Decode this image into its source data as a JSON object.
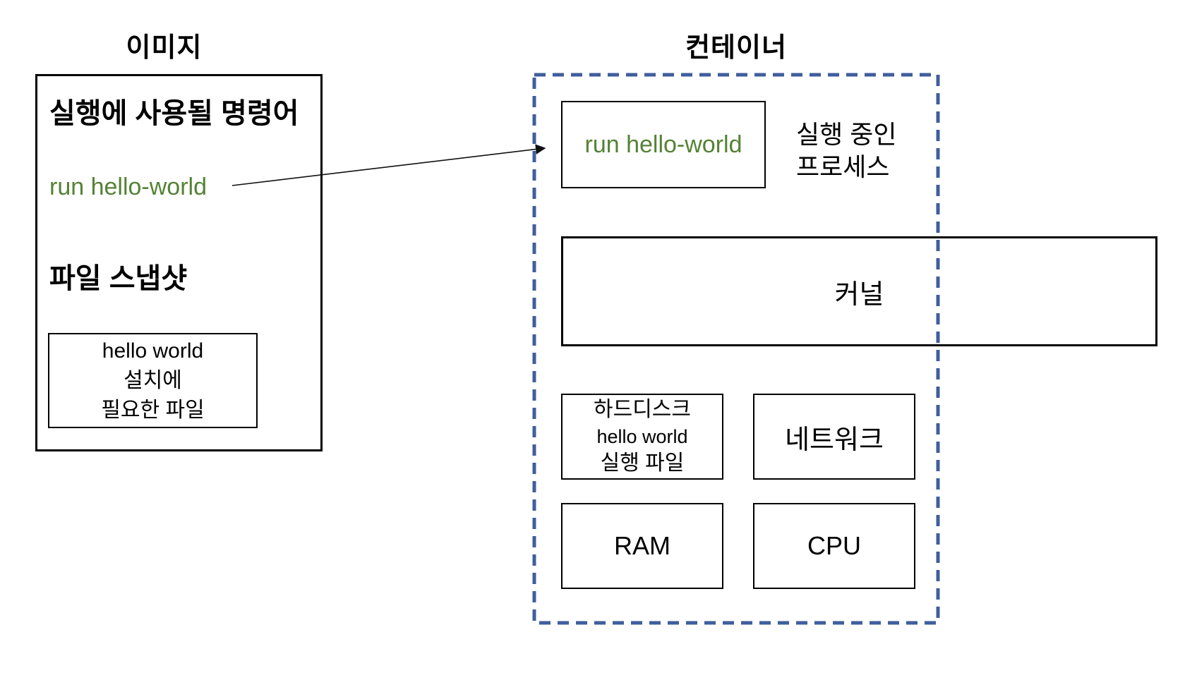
{
  "colors": {
    "accent_green": "#548235",
    "dashed_border_blue": "#3F5E9D",
    "line_black": "#000000"
  },
  "image_panel": {
    "title": "이미지",
    "commands_heading": "실행에 사용될 명령어",
    "command_text": "run hello-world",
    "snapshot_heading": "파일 스냅샷",
    "snapshot_box_lines": [
      "hello world",
      "설치에",
      "필요한 파일"
    ]
  },
  "container_panel": {
    "title": "컨테이너",
    "process_box_text": "run hello-world",
    "process_label_lines": [
      "실행 중인",
      "프로세스"
    ],
    "kernel_box_text": "커널",
    "harddisk_box_lines": [
      "하드디스크",
      "hello world",
      "실행 파일"
    ],
    "network_box_text": "네트워크",
    "ram_box_text": "RAM",
    "cpu_box_text": "CPU"
  }
}
